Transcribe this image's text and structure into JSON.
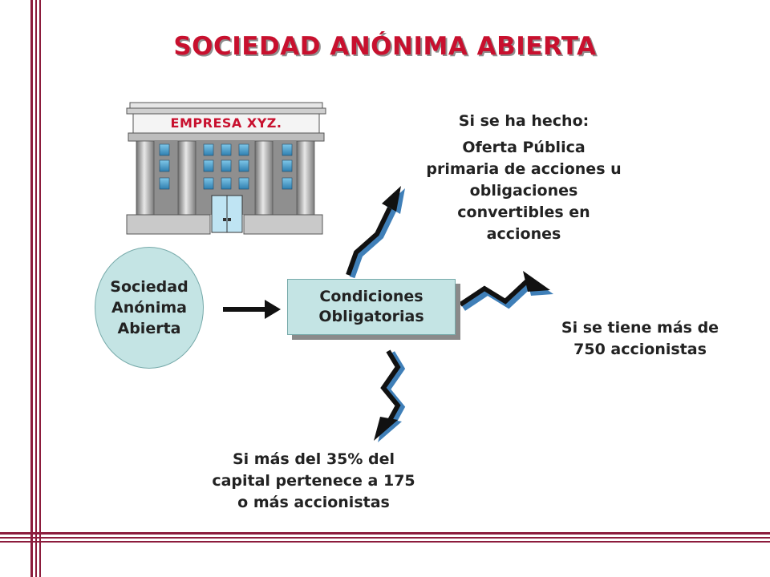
{
  "title": "SOCIEDAD ANÓNIMA ABIERTA",
  "building": {
    "sign": "EMPRESA XYZ."
  },
  "circle": {
    "line1": "Sociedad",
    "line2": "Anónima",
    "line3": "Abierta"
  },
  "conditions": {
    "line1": "Condiciones",
    "line2": "Obligatorias"
  },
  "condition_offer": {
    "heading": "Si se ha hecho:",
    "line1": "Oferta Pública",
    "line2": "primaria de acciones u",
    "line3": "obligaciones",
    "line4": "convertibles en",
    "line5": "acciones"
  },
  "condition_shareholders": {
    "line1": "Si se tiene más de",
    "line2": "750 accionistas"
  },
  "condition_capital": {
    "line1": "Si más del 35% del",
    "line2": "capital pertenece a 175",
    "line3": "o más accionistas"
  },
  "colors": {
    "frame": "#8c1c3c",
    "title": "#c8102e",
    "box_fill": "#c4e4e4",
    "sign_text": "#c8102e"
  }
}
